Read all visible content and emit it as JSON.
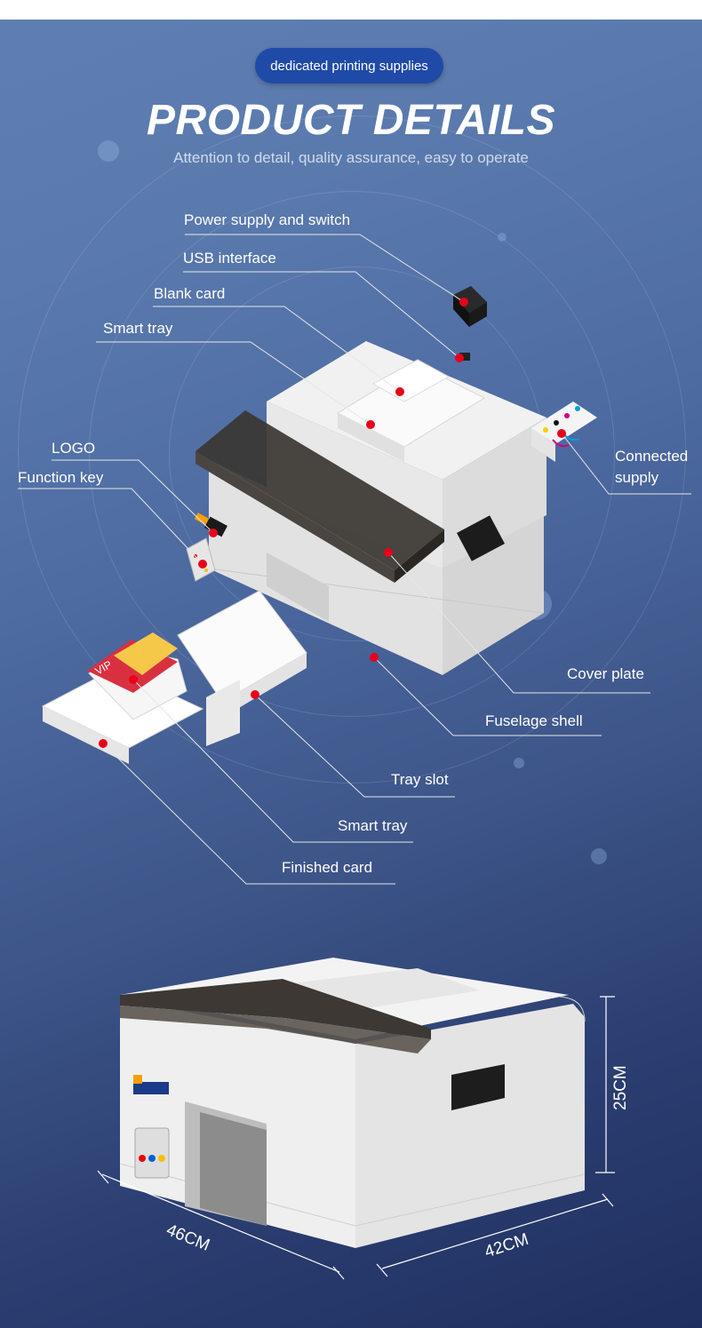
{
  "header": {
    "badge": "dedicated printing supplies",
    "title": "PRODUCT DETAILS",
    "subtitle": "Attention to detail, quality assurance, easy to operate"
  },
  "callouts": {
    "power_supply": "Power supply and switch",
    "usb": "USB interface",
    "blank_card": "Blank card",
    "smart_tray_top": "Smart tray",
    "logo": "LOGO",
    "function_key": "Function key",
    "connected_supply_1": "Connected",
    "connected_supply_2": "supply",
    "cover_plate": "Cover plate",
    "fuselage_shell": "Fuselage shell",
    "tray_slot": "Tray slot",
    "smart_tray_bottom": "Smart tray",
    "finished_card": "Finished card"
  },
  "card_text": {
    "vip": "VIP"
  },
  "dimensions": {
    "height": "25CM",
    "width": "46CM",
    "depth": "42CM"
  },
  "colors": {
    "badge_bg": "#1f4aa8",
    "marker": "#e8001a",
    "printer_body": "#ececec"
  }
}
